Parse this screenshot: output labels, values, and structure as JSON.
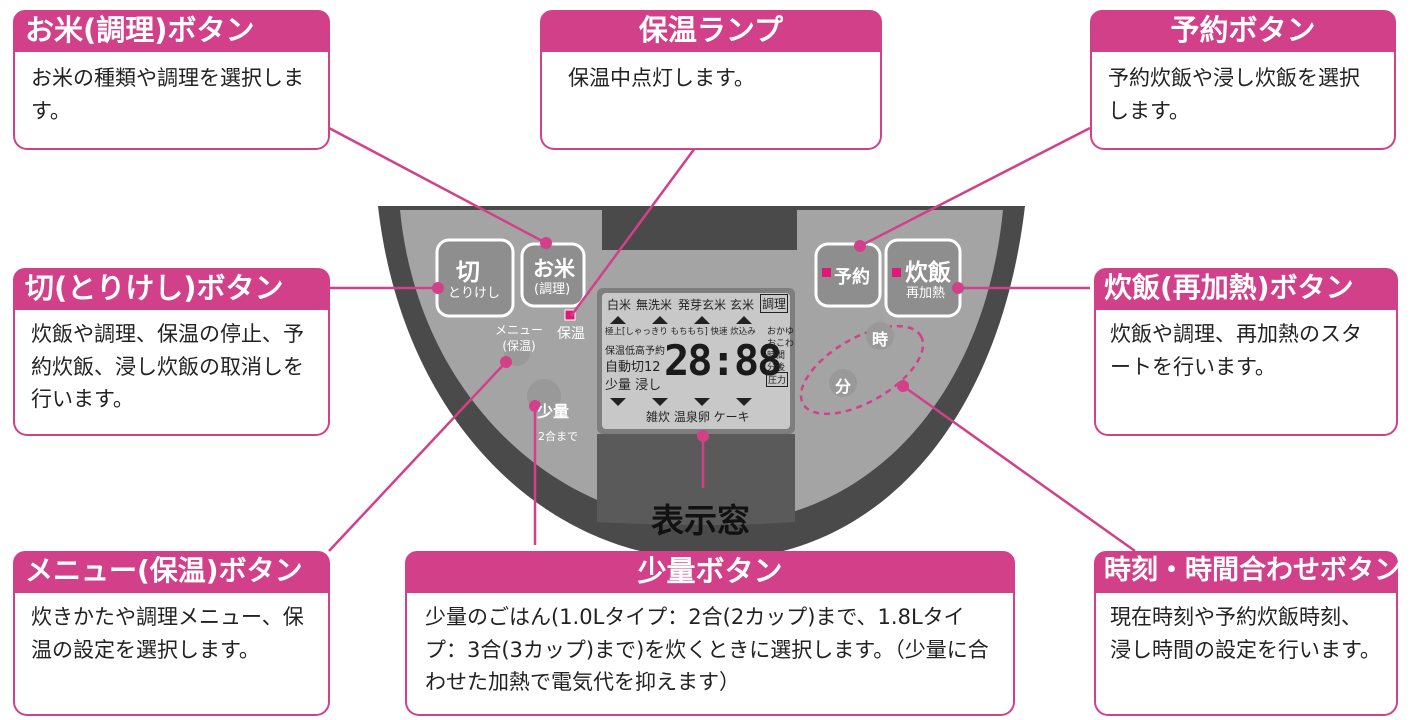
{
  "callouts": {
    "okome": {
      "title": "お米(調理)ボタン",
      "text": "お米の種類や調理を選択します。"
    },
    "hoon_lamp": {
      "title": "保温ランプ",
      "text": "保温中点灯します。"
    },
    "yoyaku": {
      "title": "予約ボタン",
      "text": "予約炊飯や浸し炊飯を選択します。"
    },
    "kiri": {
      "title": "切(とりけし)ボタン",
      "text": "炊飯や調理、保温の停止、予約炊飯、浸し炊飯の取消しを行います。"
    },
    "suihan": {
      "title": "炊飯(再加熱)ボタン",
      "text": "炊飯や調理、再加熱のスタートを行います。"
    },
    "menu": {
      "title": "メニュー(保温)ボタン",
      "text": "炊きかたや調理メニュー、保温の設定を選択します。"
    },
    "shoryo": {
      "title": "少量ボタン",
      "text": "少量のごはん(1.0Lタイプ：2合(2カップ)まで、1.8Lタイプ：3合(3カップ)まで)を炊くときに選択します。（少量に合わせた加熱で電気代を抑えます）"
    },
    "jikoku": {
      "title": "時刻・時間合わせボタン",
      "text": "現在時刻や予約炊飯時刻、浸し時間の設定を行います。"
    }
  },
  "display_window_label": "表示窓",
  "panel": {
    "kiri_button": {
      "main": "切",
      "sub": "とりけし"
    },
    "okome_button": {
      "main": "お米",
      "sub": "(調理)"
    },
    "hoon_label": "保温",
    "menu_label": "メニュー\n(保温)",
    "shoryo_label": {
      "main": "少量",
      "sub": "2合まで"
    },
    "yoyaku_button": "予約",
    "suihan_button": {
      "main": "炊飯",
      "sub": "再加熱"
    },
    "ji_label": "時",
    "fun_label": "分"
  },
  "lcd": {
    "rice_types": [
      "白米",
      "無洗米",
      "発芽玄米",
      "玄米",
      "調理"
    ],
    "row1": "極上[しゃっきり もちもち] 快速 炊込み",
    "left_lines": [
      "保温低高予約",
      "自動切12",
      "少量 浸し"
    ],
    "digits": "28:88",
    "right_lines": [
      "おかゆ",
      "おこわ",
      "時間",
      "分後",
      "圧力"
    ],
    "bottom": "雑炊 温泉卵 ケーキ"
  },
  "colors": {
    "accent": "#d2408a",
    "panel_outer": "#4a4a4a",
    "panel_face": "#a4a4a4",
    "lcd": "#c8c8c8"
  }
}
